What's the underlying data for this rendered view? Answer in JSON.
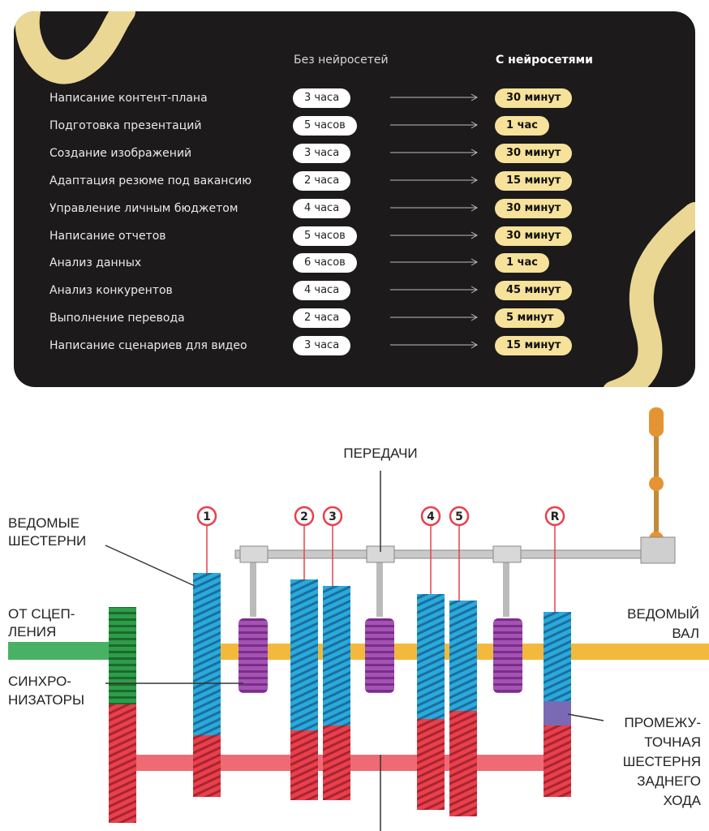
{
  "table": {
    "col_without": "Без нейросетей",
    "col_with": "С нейросетями",
    "rows": [
      {
        "task": "Написание контент-плана",
        "before": "3 часа",
        "after": "30 минут"
      },
      {
        "task": "Подготовка презентаций",
        "before": "5 часов",
        "after": "1 час"
      },
      {
        "task": "Создание изображений",
        "before": "3 часа",
        "after": "30 минут"
      },
      {
        "task": "Адаптация резюме под вакансию",
        "before": "2 часа",
        "after": "15 минут"
      },
      {
        "task": "Управление личным бюджетом",
        "before": "4 часа",
        "after": "30 минут"
      },
      {
        "task": "Написание отчетов",
        "before": "5 часов",
        "after": "30 минут"
      },
      {
        "task": "Анализ данных",
        "before": "6 часов",
        "after": "1 час"
      },
      {
        "task": "Анализ конкурентов",
        "before": "4 часа",
        "after": "45 минут"
      },
      {
        "task": "Выполнение перевода",
        "before": "2 часа",
        "after": "5 минут"
      },
      {
        "task": "Написание сценариев для видео",
        "before": "3 часа",
        "after": "15 минут"
      }
    ]
  },
  "diagram": {
    "label_gears": "ПЕРЕДАЧИ",
    "label_driven_gears": [
      "ВЕДОМЫЕ",
      "ШЕСТЕРНИ"
    ],
    "label_clutch": [
      "ОТ СЦЕП-",
      "ЛЕНИЯ"
    ],
    "label_driven_shaft": [
      "ВЕДОМЫЙ",
      "ВАЛ"
    ],
    "label_synchro": [
      "СИНХРО-",
      "НИЗАТОРЫ"
    ],
    "label_idler": [
      "ПРОМЕЖУ-",
      "ТОЧНАЯ",
      "ШЕСТЕРНЯ",
      "ЗАДНЕГО",
      "ХОДА"
    ],
    "gear_numbers": [
      "1",
      "2",
      "3",
      "4",
      "5",
      "R"
    ],
    "colors": {
      "accent_yellow": "#f6e29a",
      "card_bg": "#1c1a1a",
      "gear_blue": "#2aa9dd",
      "gear_red": "#e8404c",
      "synchro_purple": "#a452b4",
      "shaft_orange": "#f3b93c",
      "input_green": "#2e9c48"
    }
  }
}
